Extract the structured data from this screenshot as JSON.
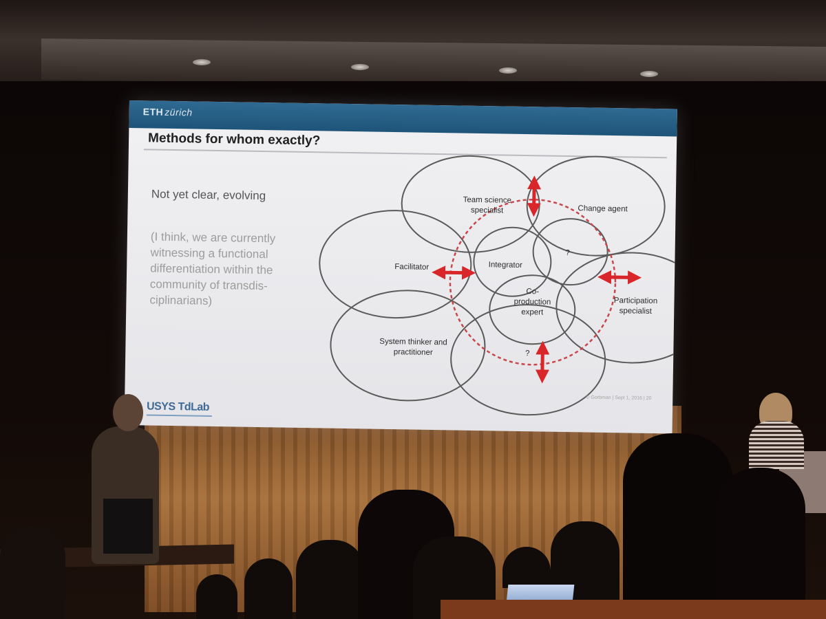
{
  "slide": {
    "header_logo_main": "ETH",
    "header_logo_sub": "zürich",
    "title": "Methods for whom exactly?",
    "body_text_1": "Not yet clear, evolving",
    "body_text_2": "(I think, we are currently witnessing a functional differentiation within the community of transdis-ciplinarians)",
    "logo_bottom": "USYS TdLab",
    "footer": "© Gorbman | Sept 1, 2016 | 20"
  },
  "diagram": {
    "labels": {
      "team_science": [
        "Team science",
        "specialist"
      ],
      "change_agent": [
        "Change agent"
      ],
      "facilitator": [
        "Facilitator"
      ],
      "integrator": [
        "Integrator"
      ],
      "question_top": [
        "?"
      ],
      "coproduction": [
        "Co-",
        "production",
        "expert"
      ],
      "participation": [
        "Participation",
        "specialist"
      ],
      "system_thinker": [
        "System thinker and",
        "practitioner"
      ],
      "question_bottom": [
        "?"
      ]
    },
    "colors": {
      "arrows": "#d9262a",
      "dashed_circle": "#c9464a",
      "ellipses": "#5a5a5a"
    }
  },
  "scene": {
    "screen_background": "#e9e9ec",
    "header_color": "#1f5479",
    "curtain_color": "#a8703a"
  }
}
